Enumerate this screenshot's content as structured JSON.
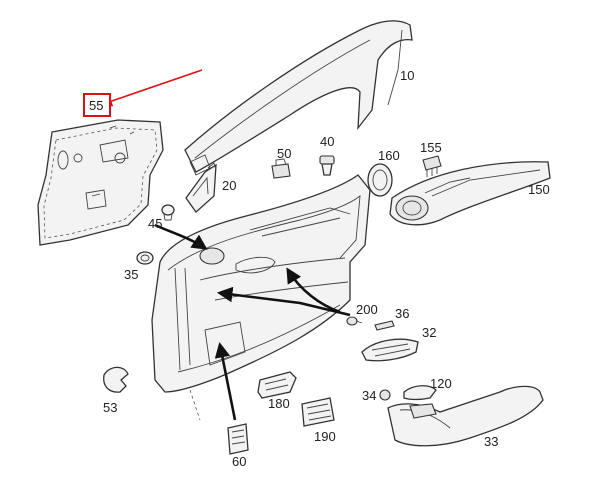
{
  "highlight": {
    "part": "55",
    "color": "#e01010"
  },
  "callouts": [
    "10",
    "20",
    "40",
    "50",
    "155",
    "160",
    "150",
    "45",
    "35",
    "200",
    "36",
    "32",
    "53",
    "180",
    "34",
    "120",
    "190",
    "33",
    "60"
  ]
}
